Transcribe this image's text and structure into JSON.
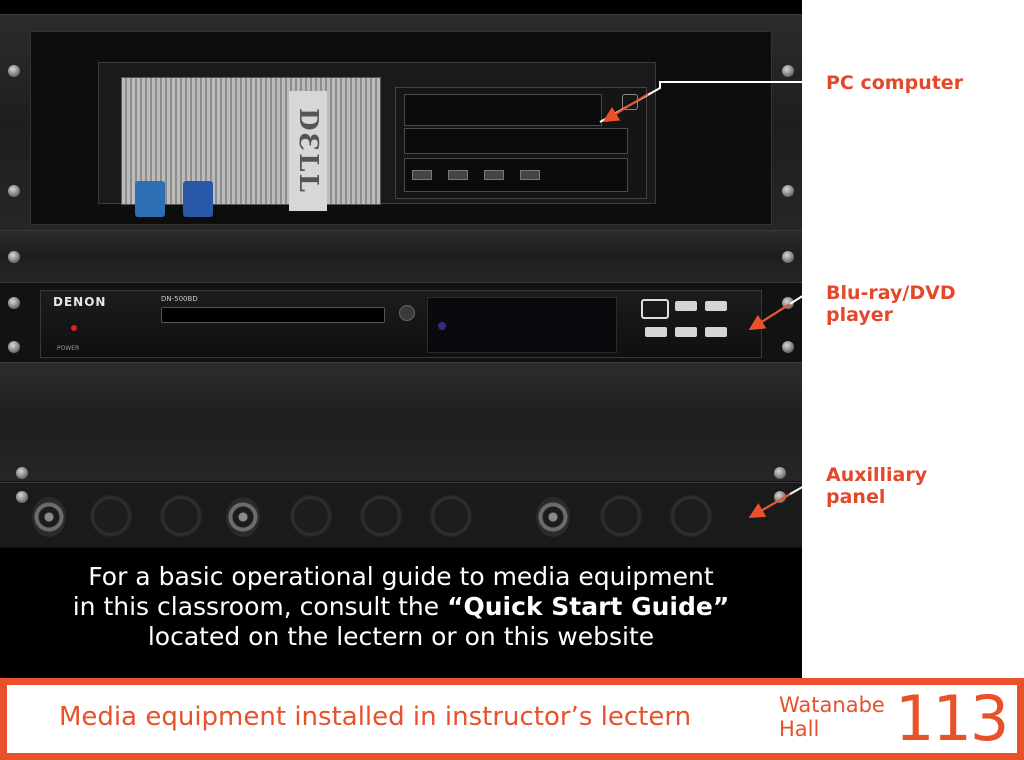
{
  "callouts": [
    {
      "label": "PC computer"
    },
    {
      "label_line1": "Blu-ray/DVD",
      "label_line2": "player"
    },
    {
      "label_line1": "Auxilliary",
      "label_line2": "panel"
    }
  ],
  "caption": {
    "line1": "For a basic operational guide to media equipment",
    "line2_pre": "in this classroom, consult the ",
    "line2_bold": "“Quick Start Guide”",
    "line3": "located on the lectern or on this website"
  },
  "device_text": {
    "pc_brand": "DƐLL",
    "player_brand": "DENON",
    "player_model": "DN-500BD",
    "player_power": "POWER"
  },
  "footer": {
    "title": "Media equipment installed in instructor’s lectern",
    "building_line1": "Watanabe",
    "building_line2": "Hall",
    "room": "113"
  },
  "colors": {
    "accent": "#e8512a",
    "callout_text": "#e2492b",
    "photo_bg": "#000000"
  }
}
